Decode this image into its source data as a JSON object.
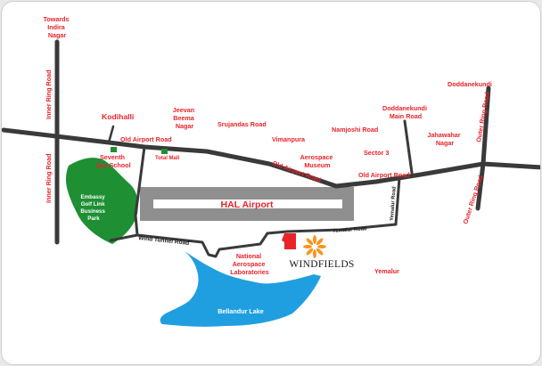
{
  "colors": {
    "road": "#3a3a3a",
    "label_red": "#e8242a",
    "lake": "#1f9fe0",
    "park": "#1e8f33",
    "airport": "#8f8f8f",
    "runway": "#ffffff"
  },
  "labels": {
    "towards_indira": [
      "Towards",
      "Indira",
      "Nagar"
    ],
    "inner_ring_top": "Inner Ring Road",
    "inner_ring_bottom": "Inner Ring Road",
    "kodihalli": "Kodihalli",
    "old_airport_road_1": "Old Airport Road",
    "old_airport_road_2": "Old Airport Road",
    "old_airport_road_3": "Old Airport Road",
    "jeevan_beema": [
      "Jeevan",
      "Beema",
      "Nagar"
    ],
    "srujandas": "Srujandas Road",
    "vimanpura": "Vimanpura",
    "namjoshi": "Namjoshi Road",
    "aerospace_museum": [
      "Aerospace",
      "Museum"
    ],
    "sector3": "Sector 3",
    "doddanekundi_main": [
      "Doddanekundi",
      "Main Road"
    ],
    "jahawahar": [
      "Jahawahar",
      "Nagar"
    ],
    "doddanekundi": "Doddanekundi",
    "outer_ring_top": "Outer Ring Road",
    "outer_ring_bottom": "Outer Ring Road",
    "seventh_day": [
      "Seventh",
      "Day School"
    ],
    "total_mall": "Total Mall",
    "embassy": [
      "Embassy",
      "Golf Link",
      "Business",
      "Park"
    ],
    "hal_airport": "HAL Airport",
    "wind_tunnel": "Wind Tunnel Road",
    "yemalur_road_v": "Yemalur Road",
    "yemalur_road_h": "Yemalur Road",
    "national_aerospace": [
      "National",
      "Aerospace",
      "Laboratories"
    ],
    "bellandur_lake": "Bellandur Lake",
    "yemalur": "Yemalur",
    "windfields": "WINDFIELDS"
  }
}
